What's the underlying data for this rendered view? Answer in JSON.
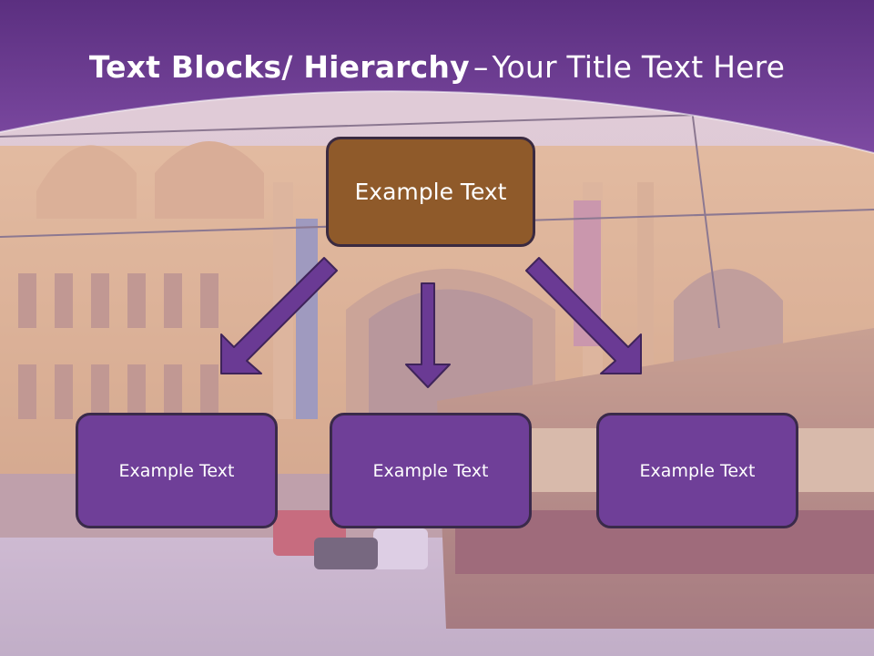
{
  "slide": {
    "title_bold": "Text Blocks/ Hierarchy",
    "title_separator": "–",
    "title_rest": "Your Title Text Here"
  },
  "diagram": {
    "top_label": "Example Text",
    "children": [
      {
        "label": "Example Text"
      },
      {
        "label": "Example Text"
      },
      {
        "label": "Example Text"
      }
    ]
  },
  "colors": {
    "header": "#5b2f80",
    "top_box": "#8f5a2a",
    "child_box": "#6f3f98",
    "arrow": "#6a3a94"
  }
}
